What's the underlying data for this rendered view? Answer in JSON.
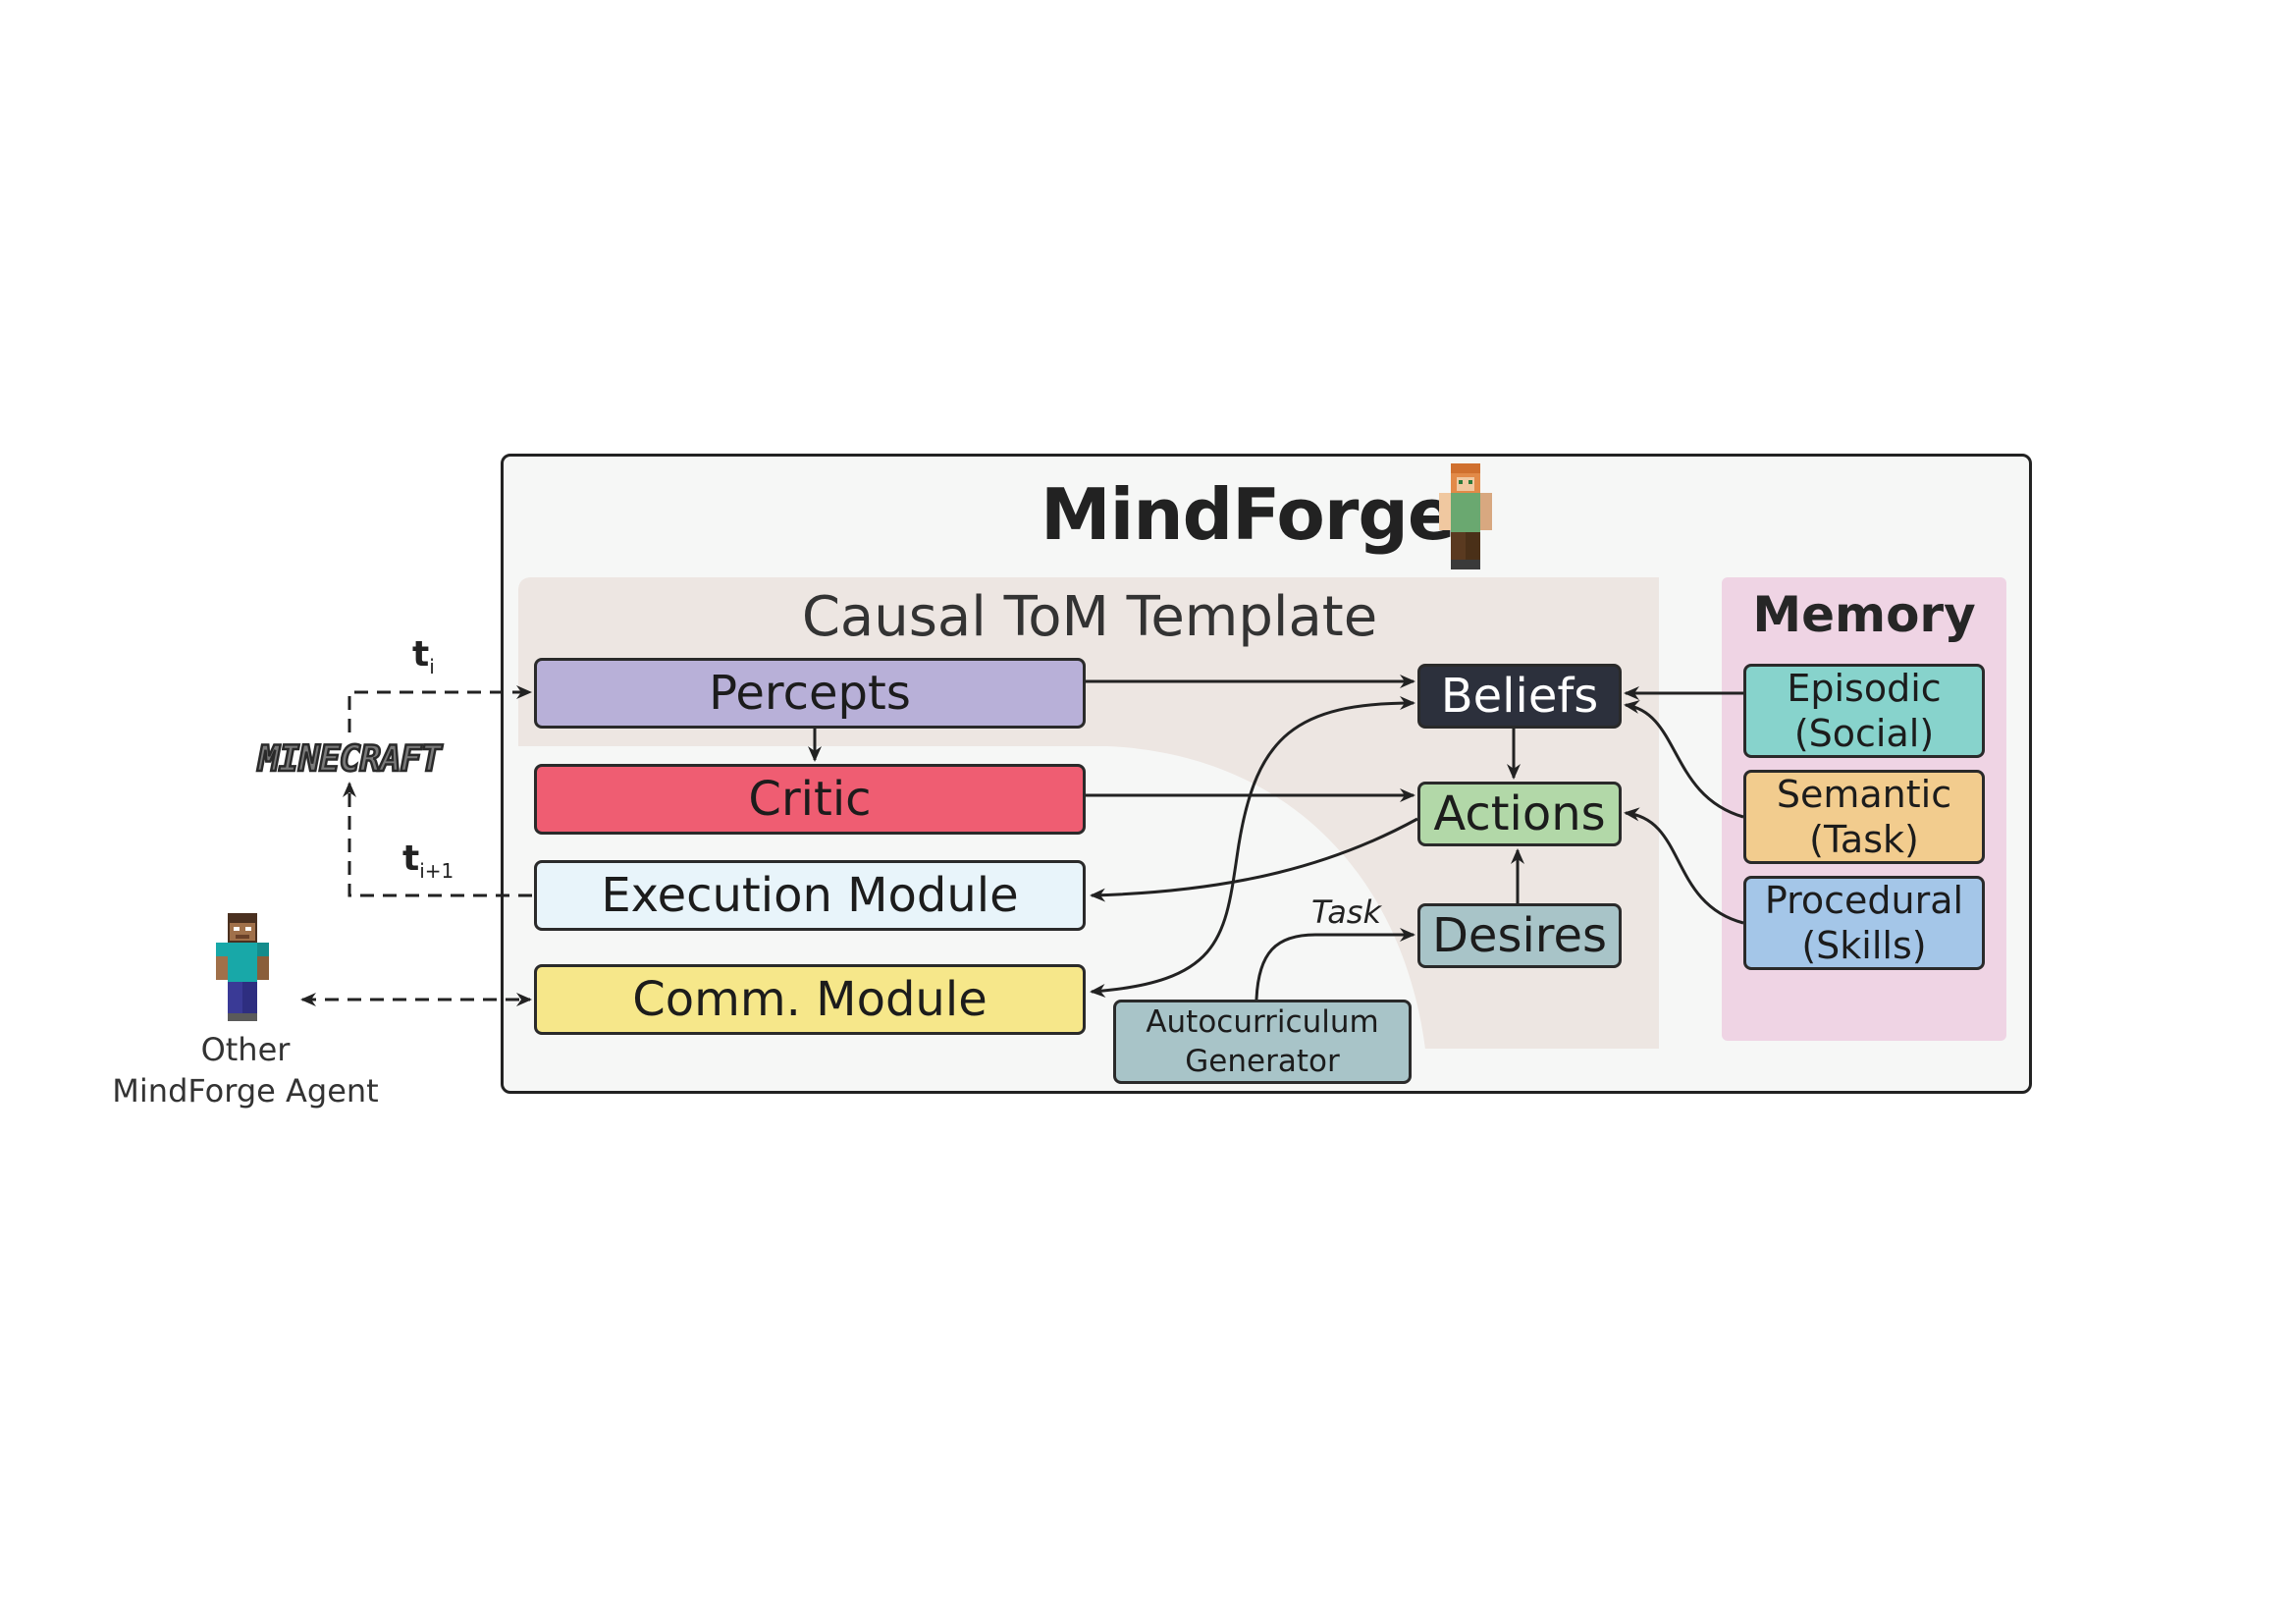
{
  "title": "MindForge",
  "tom_template": {
    "title": "Causal ToM Template",
    "modules": {
      "percepts": "Percepts",
      "critic": "Critic",
      "execution": "Execution Module",
      "comm": "Comm. Module"
    },
    "states": {
      "beliefs": "Beliefs",
      "actions": "Actions",
      "desires": "Desires"
    },
    "autocurriculum": [
      "Autocurriculum",
      "Generator"
    ],
    "task_label": "Task"
  },
  "memory": {
    "title": "Memory",
    "items": [
      {
        "line1": "Episodic",
        "line2": "(Social)",
        "color": "#87d3cc"
      },
      {
        "line1": "Semantic",
        "line2": "(Task)",
        "color": "#f2cc8e"
      },
      {
        "line1": "Procedural",
        "line2": "(Skills)",
        "color": "#a4c6e8"
      }
    ]
  },
  "environment": {
    "logo_text": "MINECRAFT",
    "t_in": {
      "base": "t",
      "sub": "i"
    },
    "t_out": {
      "base": "t",
      "sub": "i+1"
    }
  },
  "other_agent": [
    "Other",
    "MindForge Agent"
  ],
  "colors": {
    "beliefs": "#2c303c",
    "percepts": "#b8b0d8",
    "critic": "#ef5d72",
    "actions": "#b2d8a8",
    "comm": "#f6e78a",
    "tom_region": "#ede6e2",
    "memory_panel": "#efd4e4"
  }
}
